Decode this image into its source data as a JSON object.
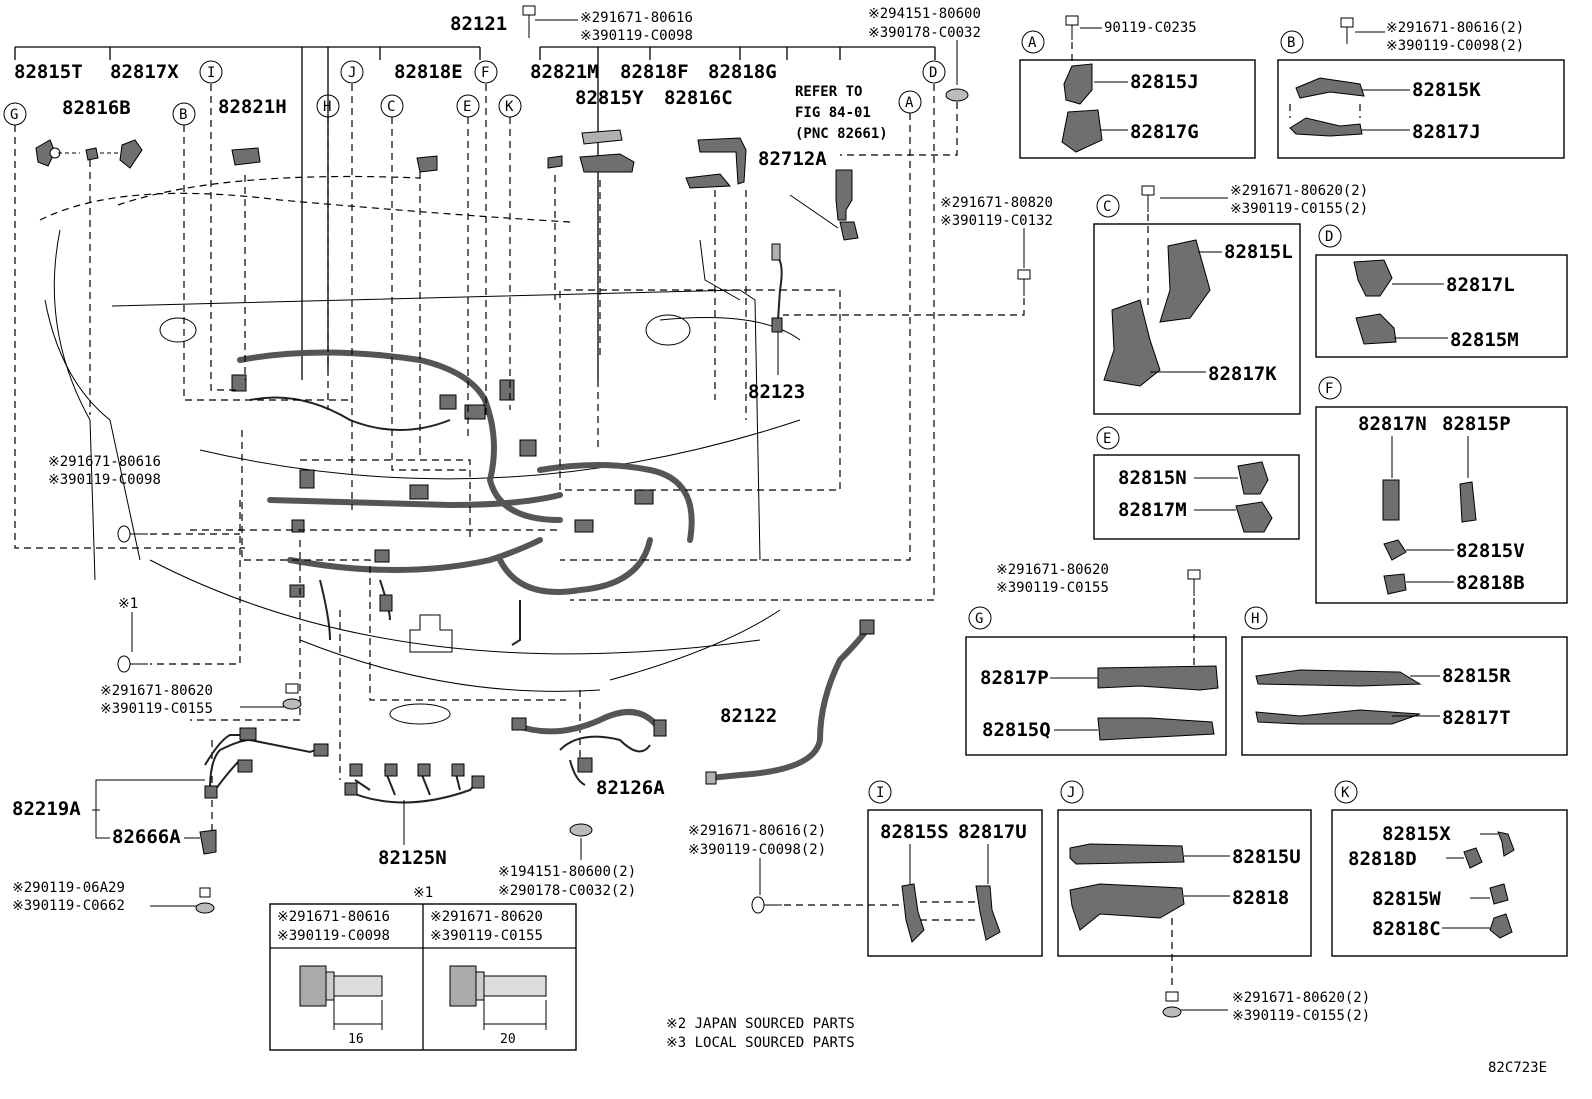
{
  "diagram": {
    "figure_code": "82C723E",
    "footnotes": [
      "※2 JAPAN SOURCED PARTS",
      "※3 LOCAL SOURCED PARTS"
    ],
    "top_labels": [
      "82815T",
      "82817X",
      "82816B",
      "82821H",
      "82818E",
      "82121",
      "82821M",
      "82818F",
      "82815Y",
      "82816C",
      "82818G"
    ],
    "top_notes": {
      "n82121_a": "※291671-80616",
      "n82121_b": "※390119-C0098",
      "nD_a": "※294151-80600",
      "nD_b": "※390178-C0032",
      "refer1": "REFER TO",
      "refer2": "FIG 84-01",
      "refer3": "(PNC 82661)"
    },
    "main_labels": {
      "p82712A": "82712A",
      "p82123": "82123",
      "p82122": "82122",
      "p82125N": "82125N",
      "p82126A": "82126A",
      "p82219A": "82219A",
      "p82666A": "82666A"
    },
    "main_notes": {
      "left1a": "※291671-80616",
      "left1b": "※390119-C0098",
      "star1": "※1",
      "left2a": "※291671-80620",
      "left2b": "※390119-C0155",
      "bot1a": "※290119-06A29",
      "bot1b": "※390119-C0662",
      "bot2a": "※194151-80600(2)",
      "bot2b": "※290178-C0032(2)",
      "right1a": "※291671-80820",
      "right1b": "※390119-C0132",
      "mid1a": "※291671-80616(2)",
      "mid1b": "※390119-C0098(2)",
      "g_a": "※291671-80620",
      "g_b": "※390119-C0155",
      "j_a": "※291671-80620(2)",
      "j_b": "※390119-C0155(2)"
    },
    "circle_letters": [
      "G",
      "I",
      "B",
      "H",
      "J",
      "C",
      "E",
      "F",
      "K",
      "A",
      "D"
    ],
    "insets": {
      "A": {
        "letter": "A",
        "bolt": "90119-C0235",
        "p1": "82815J",
        "p2": "82817G"
      },
      "B": {
        "letter": "B",
        "bolt_a": "※291671-80616(2)",
        "bolt_b": "※390119-C0098(2)",
        "p1": "82815K",
        "p2": "82817J"
      },
      "C": {
        "letter": "C",
        "bolt_a": "※291671-80620(2)",
        "bolt_b": "※390119-C0155(2)",
        "p1": "82815L",
        "p2": "82817K"
      },
      "D": {
        "letter": "D",
        "p1": "82817L",
        "p2": "82815M"
      },
      "E": {
        "letter": "E",
        "p1": "82815N",
        "p2": "82817M"
      },
      "F": {
        "letter": "F",
        "p1": "82817N",
        "p2": "82815P",
        "p3": "82815V",
        "p4": "82818B"
      },
      "G": {
        "letter": "G",
        "p1": "82817P",
        "p2": "82815Q"
      },
      "H": {
        "letter": "H",
        "p1": "82815R",
        "p2": "82817T"
      },
      "I": {
        "letter": "I",
        "p1": "82815S",
        "p2": "82817U"
      },
      "J": {
        "letter": "J",
        "p1": "82815U",
        "p2": "82818"
      },
      "K": {
        "letter": "K",
        "p1": "82815X",
        "p2": "82818D",
        "p3": "82815W",
        "p4": "82818C"
      }
    },
    "bolt_table": {
      "title": "※1",
      "c1a": "※291671-80616",
      "c1b": "※390119-C0098",
      "c2a": "※291671-80620",
      "c2b": "※390119-C0155",
      "dim1": "16",
      "dim2": "20"
    }
  }
}
